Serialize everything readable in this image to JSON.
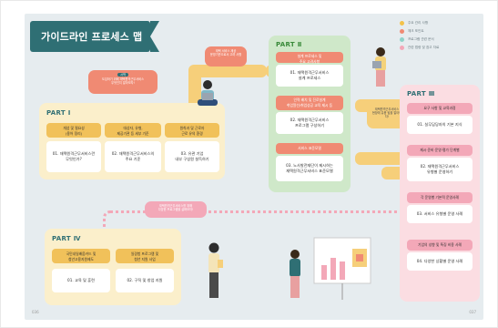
{
  "title": "가이드라인 프로세스 맵",
  "legend": [
    {
      "label": "주요 관리 사항",
      "color": "#f3c24a"
    },
    {
      "label": "체크 포인트",
      "color": "#f08a73"
    },
    {
      "label": "프로그램 관련 문서",
      "color": "#8fd3c9"
    },
    {
      "label": "관련 법령 및 참고 자료",
      "color": "#f3a8b8"
    }
  ],
  "part1": {
    "title": "PART Ⅰ",
    "cols": [
      {
        "head": "개념 및 필요성\n(용어 정리)",
        "label": "01. 재택원격근무서비스란\n무엇인가?"
      },
      {
        "head": "대상자, 유형,\n제공기관 등 세부 기준",
        "label": "02. 재택원격근무서비스의\n주요 기준"
      },
      {
        "head": "원칙과 및 근로자\n근로 유의 환경",
        "label": "03. 유관 기업\n내부 구성원 설득하기"
      }
    ],
    "bubble_tag": "시작",
    "bubble_text": "도입하기 위해 재택원격근무서비스\n무엇인지 알아보자!"
  },
  "part2": {
    "title": "PART Ⅱ",
    "bubble_top": "재택 서비스 제공\n운영기관으로서 고려 사항",
    "items": [
      {
        "head": "설계 프로세스 및\n주요 고려사항",
        "label": "01. 재택원격근무서비스\n설계 프로세스"
      },
      {
        "head": "인력 배치 및 진로설계\n취업알선/취업성공 교육 제시 등",
        "label": "02. 재택원격근무서비스\n프로그램 구성하기"
      },
      {
        "head": "서비스 표준모델",
        "label": "03. 노사발전재단이 제시하는\n재택원격근무서비스 표준모델"
      }
    ],
    "bubble_right": "재택원격근무서비스\n현장에 유용 팁을 알아보자!"
  },
  "part3": {
    "title": "PART Ⅲ",
    "items": [
      {
        "head": "요구 사항 및 교육과정",
        "label": "01. 실무담당자의 기본 지식"
      },
      {
        "head": "제시·준비·운영·평가 단계별",
        "label": "02. 재택원격근무서비스\n유형별 운영하기"
      },
      {
        "head": "각 운영별 기본적 운영사례",
        "label": "03. 서비스 유형별 운영 사례"
      },
      {
        "head": "기업의 성향 및 특징 비용 사례",
        "label": "04. 다양한 상황별 운영 사례"
      }
    ]
  },
  "part4": {
    "title": "PART Ⅳ",
    "cols": [
      {
        "head": "국민내일배움카드 및\n청년고용지원제도",
        "label": "01. 교육 및 훈련"
      },
      {
        "head": "일경험 프로그램 및\n청년 지원 사업",
        "label": "02. 구직 및 창업 지원"
      }
    ],
    "bubble": "재택원격근무서비스를 위해\n다양한 프로그램을 살펴보자!"
  },
  "page_left": "036",
  "page_right": "037",
  "colors": {
    "teal": "#2f6f74",
    "yellow_path": "#f6cf7a",
    "part1_card": "#fbefcb",
    "part1_head": "#f1c15a",
    "part2_card": "#cfe8c9",
    "part2_head": "#f08a73",
    "part3_card": "#fbdde2",
    "part3_head": "#f3a8b8",
    "part4_card": "#fbefcb"
  }
}
